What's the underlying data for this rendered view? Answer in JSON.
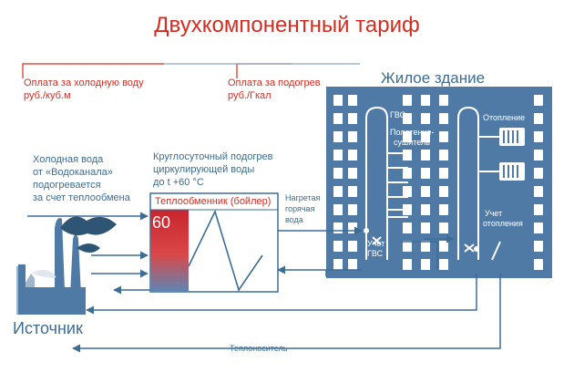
{
  "title": "Двухкомпонентный тариф",
  "payment": {
    "cold_water_line1": "Оплата за холодную воду",
    "cold_water_line2": "руб./куб.м",
    "heating_line1": "Оплата за подогрев",
    "heating_line2": "руб./Гкал"
  },
  "building": {
    "label": "Жилое здание",
    "gvs": "ГВС",
    "towel_dryer_line1": "Полотенце-",
    "towel_dryer_line2": "сушитель",
    "heating": "Отопление",
    "meter_gvs_line1": "Учет",
    "meter_gvs_line2": "ГВС",
    "meter_heating_line1": "Учет",
    "meter_heating_line2": "отопления"
  },
  "cold_water": {
    "line1": "Холодная вода",
    "line2": "от «Водоканала»",
    "line3": "подогревается",
    "line4": "за счет теплообмена"
  },
  "circulation": {
    "line1": "Круглосуточный подогрев",
    "line2": "циркулирующей воды",
    "line3": "до t +60 °C"
  },
  "exchanger": {
    "label": "Теплообменник (бойлер)",
    "temperature": "60"
  },
  "heated_water": {
    "line1": "Нагретая",
    "line2": "горячая",
    "line3": "вода"
  },
  "source": {
    "label": "Источник"
  },
  "coolant": {
    "label": "Теплоноситель"
  },
  "colors": {
    "title_red": "#d42c20",
    "pipe_blue": "#3d6d95",
    "building_blue": "#4f7aa6",
    "heater_red": "#cc2f34"
  }
}
